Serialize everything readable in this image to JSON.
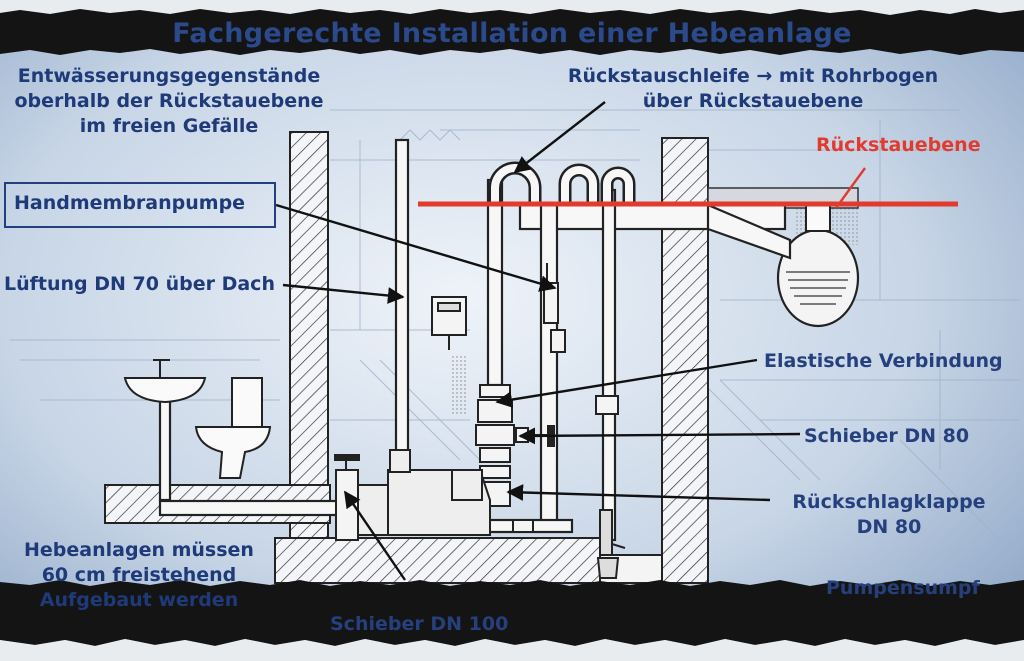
{
  "title": "Fachgerechte Installation einer Hebeanlage",
  "labels": {
    "entwaesserung_1": "Entwässerungsgegenstände",
    "entwaesserung_2": "oberhalb der Rückstauebene",
    "entwaesserung_3": "im freien Gefälle",
    "schleife_1": "Rückstauschleife → mit Rohrbogen",
    "schleife_2": "über Rückstauebene",
    "rueckstauebene": "Rückstauebene",
    "handmembranpumpe": "Handmembranpumpe",
    "lueftung": "Lüftung DN 70 über Dach",
    "elastisch": "Elastische Verbindung",
    "schieber80": "Schieber DN 80",
    "klappe_1": "Rückschlagklappe",
    "klappe_2": "DN 80",
    "hebeanlagen_1": "Hebeanlagen müssen",
    "hebeanlagen_2": "60 cm freistehend",
    "hebeanlagen_3": "Aufgebaut werden",
    "schieber100": "Schieber DN 100",
    "pumpensumpf": "Pumpensumpf"
  },
  "colors": {
    "text": "#1f3a78",
    "backwater": "#e23b2e",
    "line": "#111111",
    "background": "#c9d6e6"
  }
}
